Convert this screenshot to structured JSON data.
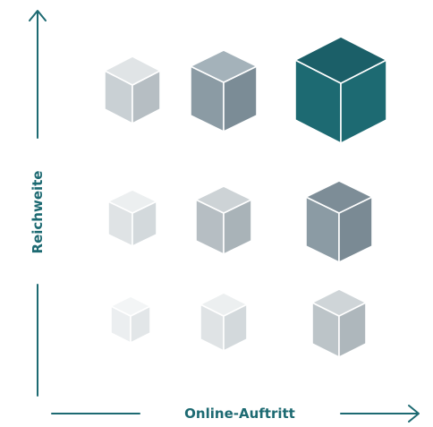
{
  "axes": {
    "y_label": "Reichweite",
    "x_label": "Online-Auftritt",
    "color": "#1d6a72"
  },
  "matrix": {
    "rows": [
      {
        "cells": [
          {
            "name": "cube-top-left",
            "top": "#e0e4e6",
            "left": "#c9d0d4",
            "right": "#b6bec3"
          },
          {
            "name": "cube-top-middle",
            "top": "#a4b2ba",
            "left": "#8b9ba4",
            "right": "#7b8c96"
          },
          {
            "name": "cube-top-right",
            "top": "#1b5f68",
            "left": "#1d6a72",
            "right": "#1d6a72"
          }
        ]
      },
      {
        "cells": [
          {
            "name": "cube-middle-left",
            "top": "#eceff0",
            "left": "#dfe3e5",
            "right": "#d3d9dc"
          },
          {
            "name": "cube-middle-middle",
            "top": "#cdd3d6",
            "left": "#b6bec3",
            "right": "#a9b3b8"
          },
          {
            "name": "cube-middle-right",
            "top": "#7d8d97",
            "left": "#8b9ba4",
            "right": "#7a8a94"
          }
        ]
      },
      {
        "cells": [
          {
            "name": "cube-bottom-left",
            "top": "#f3f5f6",
            "left": "#ebeef0",
            "right": "#e2e6e8"
          },
          {
            "name": "cube-bottom-middle",
            "top": "#eceff0",
            "left": "#dfe3e5",
            "right": "#d3d9dc"
          },
          {
            "name": "cube-bottom-right",
            "top": "#cfd5d8",
            "left": "#bcc4c8",
            "right": "#aeb7bc"
          }
        ]
      }
    ]
  }
}
